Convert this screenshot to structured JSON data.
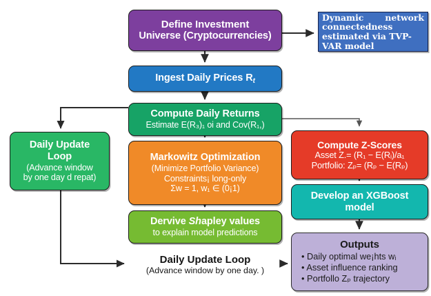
{
  "diagram": {
    "title": "Cryptocurrency portfolio pipeline flowchart",
    "palette": {
      "purple": "#7d3f9e",
      "blue": "#2279c4",
      "serif_blue": "#3f6fc0",
      "green": "#17a366",
      "loop_green": "#29b765",
      "orange": "#f08a28",
      "lime": "#76bb32",
      "red": "#e53b28",
      "teal": "#13b7ae",
      "lavender": "#bdb0d8",
      "edge": "#3a3a3a",
      "outline": "#1c1c1c"
    }
  },
  "nodes": {
    "universe": {
      "line1": "Define Investment",
      "line2": "Universe (Cryptocurrencies)"
    },
    "tvpvar": {
      "line1": "Dynamic network",
      "line2": "connectedness",
      "line3": "estimated via TVP-",
      "line4": "VAR model"
    },
    "ingest": {
      "title": "Ingest Daily Prices R",
      "subscript": "t"
    },
    "returns": {
      "title": "Compute Daily Returns",
      "subtitle": "Estimate E(R₃)₁ oi and Cov(R₁,)"
    },
    "loopbox": {
      "line1": "Daily Update",
      "line2": "Loop",
      "line3": "(Advance window",
      "line4": "by one day d repat)"
    },
    "markowitz": {
      "title": "Markowitz Optimization",
      "line1": "(Minimize Portfolio Variance)",
      "line2": "Constraints¡ long-only",
      "line3": "Σw = 1, w₁ ∈ (0¡1)"
    },
    "shapley": {
      "title_a": "Dervive ",
      "title_b": "Sh",
      "title_c": "apley values",
      "subtitle": "to explain model predictions"
    },
    "zscores": {
      "title": "Compute Z-Scores",
      "line1": "Asset  Z.= (R₁ − E(Rᵢ)/a₁",
      "line2": "Portfolio: Zₚ= (Rₚ − E(Rₚ)"
    },
    "xgboost": {
      "line1": "Develop an XGBoost",
      "line2": "model"
    },
    "outputs": {
      "title": "Outputs",
      "bullets": [
        "• Daily optimal we¡hts wᵢ",
        "• Asset influence ranking",
        "• Portfollo Zₚ trajectory"
      ]
    },
    "loop_label": {
      "title": "Daily Update Loop",
      "subtitle": "(Advance window by one day. )"
    }
  }
}
